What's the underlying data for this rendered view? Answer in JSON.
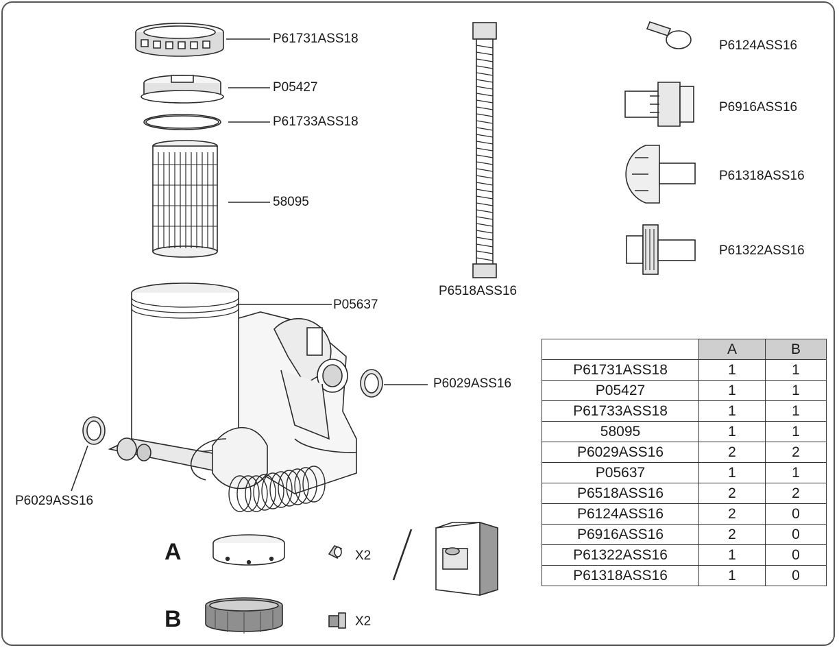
{
  "labels": {
    "ring_nut": "P61731ASS18",
    "lid": "P05427",
    "o_ring": "P61733ASS18",
    "cartridge": "58095",
    "housing": "P05637",
    "hose": "P6518ASS16",
    "clamp": "P6124ASS16",
    "adapter_a": "P6916ASS16",
    "plunger_1": "P61318ASS16",
    "plunger_2": "P61322ASS16",
    "strainer_right": "P6029ASS16",
    "strainer_left": "P6029ASS16"
  },
  "variants": {
    "a_letter": "A",
    "b_letter": "B",
    "a_count": "X2",
    "b_count": "X2"
  },
  "table": {
    "headers": [
      "",
      "A",
      "B"
    ],
    "rows": [
      [
        "P61731ASS18",
        "1",
        "1"
      ],
      [
        "P05427",
        "1",
        "1"
      ],
      [
        "P61733ASS18",
        "1",
        "1"
      ],
      [
        "58095",
        "1",
        "1"
      ],
      [
        "P6029ASS16",
        "2",
        "2"
      ],
      [
        "P05637",
        "1",
        "1"
      ],
      [
        "P6518ASS16",
        "2",
        "2"
      ],
      [
        "P6124ASS16",
        "2",
        "0"
      ],
      [
        "P6916ASS16",
        "2",
        "0"
      ],
      [
        "P61322ASS16",
        "1",
        "0"
      ],
      [
        "P61318ASS16",
        "1",
        "0"
      ]
    ]
  },
  "colors": {
    "line": "#2b2b2b",
    "fill_light": "#f4f4f4",
    "fill_mid": "#d9d9d9",
    "fill_dark": "#8a8a8a",
    "header_bg": "#cfcfcf"
  }
}
